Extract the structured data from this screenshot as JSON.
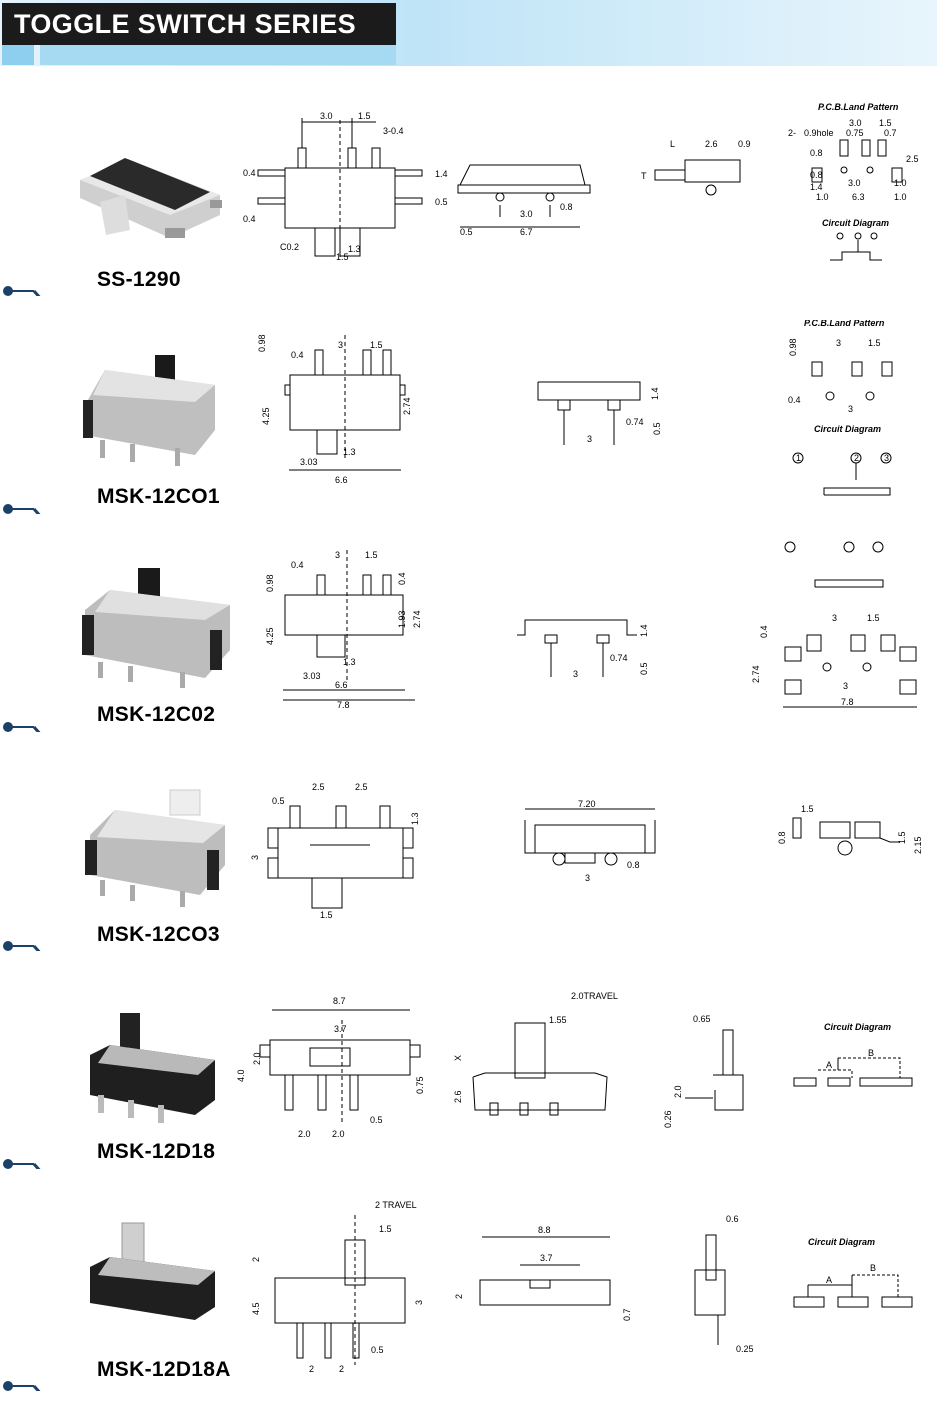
{
  "header": {
    "title": "TOGGLE SWITCH SERIES"
  },
  "sections": [
    {
      "model": "SS-1290",
      "dims_top": [
        "3.0",
        "1.5",
        "3-0.4",
        "0.4",
        "0.4",
        "C0.2",
        "1.3",
        "1.5"
      ],
      "dims_side": [
        "1.4",
        "0.5",
        "3.0",
        "0.8",
        "0.5",
        "6.7"
      ],
      "dims_end": [
        "L",
        "2.6",
        "0.9",
        "T"
      ],
      "pcb_title": "P.C.B.Land Pattern",
      "pcb_dims": [
        "2-",
        "0.9hole",
        "3.0",
        "1.5",
        "0.75",
        "0.7",
        "0.8",
        "2.5",
        "0.8",
        "1.4",
        "3.0",
        "1.0",
        "1.0",
        "6.3",
        "1.0"
      ],
      "circuit_title": "Circuit Diagram"
    },
    {
      "model": "MSK-12CO1",
      "dims_top": [
        "0.98",
        "0.4",
        "3",
        "1.5",
        "4.25",
        "2.74",
        "1.3",
        "3.03",
        "6.6"
      ],
      "dims_side": [
        "1.4",
        "0.74",
        "0.5",
        "3"
      ],
      "pcb_title": "P.C.B.Land Pattern",
      "pcb_dims": [
        "0.98",
        "3",
        "1.5",
        "0.4",
        "3"
      ],
      "circuit_title": "Circuit Diagram"
    },
    {
      "model": "MSK-12C02",
      "dims_top": [
        "0.4",
        "3",
        "1.5",
        "0.98",
        "0.4",
        "4.25",
        "1.93",
        "2.74",
        "1.3",
        "3.03",
        "6.6",
        "7.8"
      ],
      "dims_side": [
        "1.4",
        "0.74",
        "0.5",
        "3"
      ],
      "pcb_dims": [
        "3",
        "1.5",
        "0.4",
        "2.74",
        "3",
        "7.8"
      ]
    },
    {
      "model": "MSK-12CO3",
      "dims_top": [
        "2.5",
        "2.5",
        "0.5",
        "1.3",
        "3",
        "1.5"
      ],
      "dims_side": [
        "7.20",
        "3",
        "0.8"
      ],
      "pcb_dims": [
        "1.5",
        "0.8",
        "1.5",
        "2.15"
      ]
    },
    {
      "model": "MSK-12D18",
      "dims_top": [
        "8.7",
        "3.7",
        "2.0",
        "4.0",
        "0.75",
        "2.0",
        "2.0",
        "0.5"
      ],
      "dims_side": [
        "2.0TRAVEL",
        "1.55",
        "X",
        "2.6"
      ],
      "dims_end": [
        "0.65",
        "2.0",
        "0.26"
      ],
      "circuit_title": "Circuit Diagram",
      "circuit_labels": [
        "A",
        "B"
      ]
    },
    {
      "model": "MSK-12D18A",
      "dims_top": [
        "2 TRAVEL",
        "1.5",
        "2",
        "4.5",
        "3",
        "0.5",
        "2",
        "2"
      ],
      "dims_side": [
        "8.8",
        "3.7",
        "2",
        "0.7"
      ],
      "dims_end": [
        "0.6",
        "0.25"
      ],
      "circuit_title": "Circuit Diagram",
      "circuit_labels": [
        "A",
        "B"
      ]
    }
  ],
  "colors": {
    "band_dark": "#0d2d4e",
    "band_light": "#7ec4e8",
    "banner_black": "#1b1b1b",
    "accent_block": "#8ecfef"
  }
}
